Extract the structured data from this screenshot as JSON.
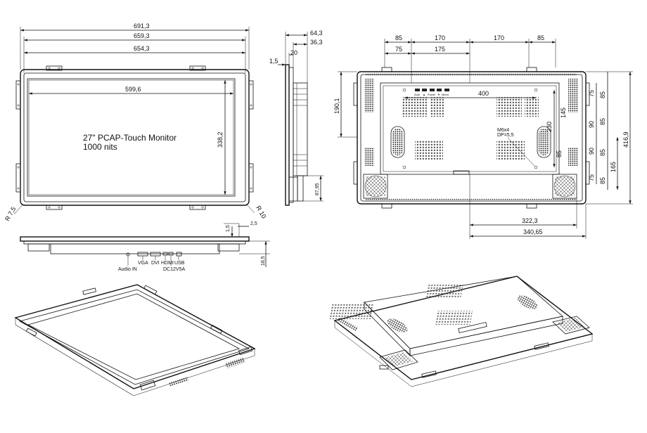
{
  "front": {
    "width_total": "691,3",
    "width_frame": "659,3",
    "width_bezel": "654,3",
    "width_active": "599,6",
    "height_active": "338,2",
    "radius_left": "R 7,5",
    "radius_right": "R 10",
    "title_line1": "27\" PCAP-Touch Monitor",
    "title_line2": "1000 nits"
  },
  "side": {
    "depth_total": "64,3",
    "depth_body": "36,3",
    "depth_front": "20",
    "thickness": "1,5",
    "height": "87,95"
  },
  "back": {
    "top_dims": [
      "85",
      "170",
      "170",
      "85"
    ],
    "second_dims": [
      "75",
      "175"
    ],
    "vesa_width": "400",
    "vesa_height": "230",
    "left_height": "190,1",
    "right_dims_a": [
      "75",
      "90",
      "90",
      "75"
    ],
    "right_dims_b": [
      "85",
      "85",
      "85",
      "85"
    ],
    "right_dims_c": [
      "165"
    ],
    "overall_height": "416,9",
    "bottom_dims": [
      "322,3",
      "340,65"
    ],
    "inner_dim": "145",
    "screw_note_1": "M6x4",
    "screw_note_2": "DP=5,5",
    "button_labels": [
      "Auto",
      "▲",
      "Power",
      "▼",
      "Menu"
    ]
  },
  "bottom": {
    "thickness_left": "1,5",
    "thickness_right": "2,5",
    "height": "18,5",
    "ports": [
      "Audio IN",
      "VGA",
      "DVI",
      "HDMI",
      "DC12V5A",
      "USB"
    ]
  }
}
